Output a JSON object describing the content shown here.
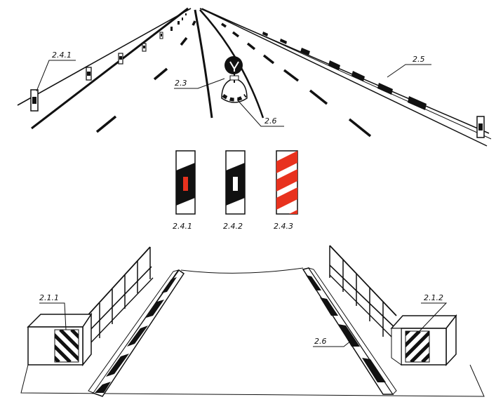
{
  "colors": {
    "ink": "#111111",
    "red": "#e8321e",
    "paper": "#ffffff"
  },
  "labels": {
    "road_edge_post": "2.4.1",
    "island_sign": "2.3",
    "guardrail": "2.5",
    "island_curb": "2.6",
    "bridge_curb": "2.6",
    "post_a": "2.4.1",
    "post_b": "2.4.2",
    "post_c": "2.4.3",
    "pier_left": "2.1.1",
    "pier_right": "2.1.2"
  }
}
